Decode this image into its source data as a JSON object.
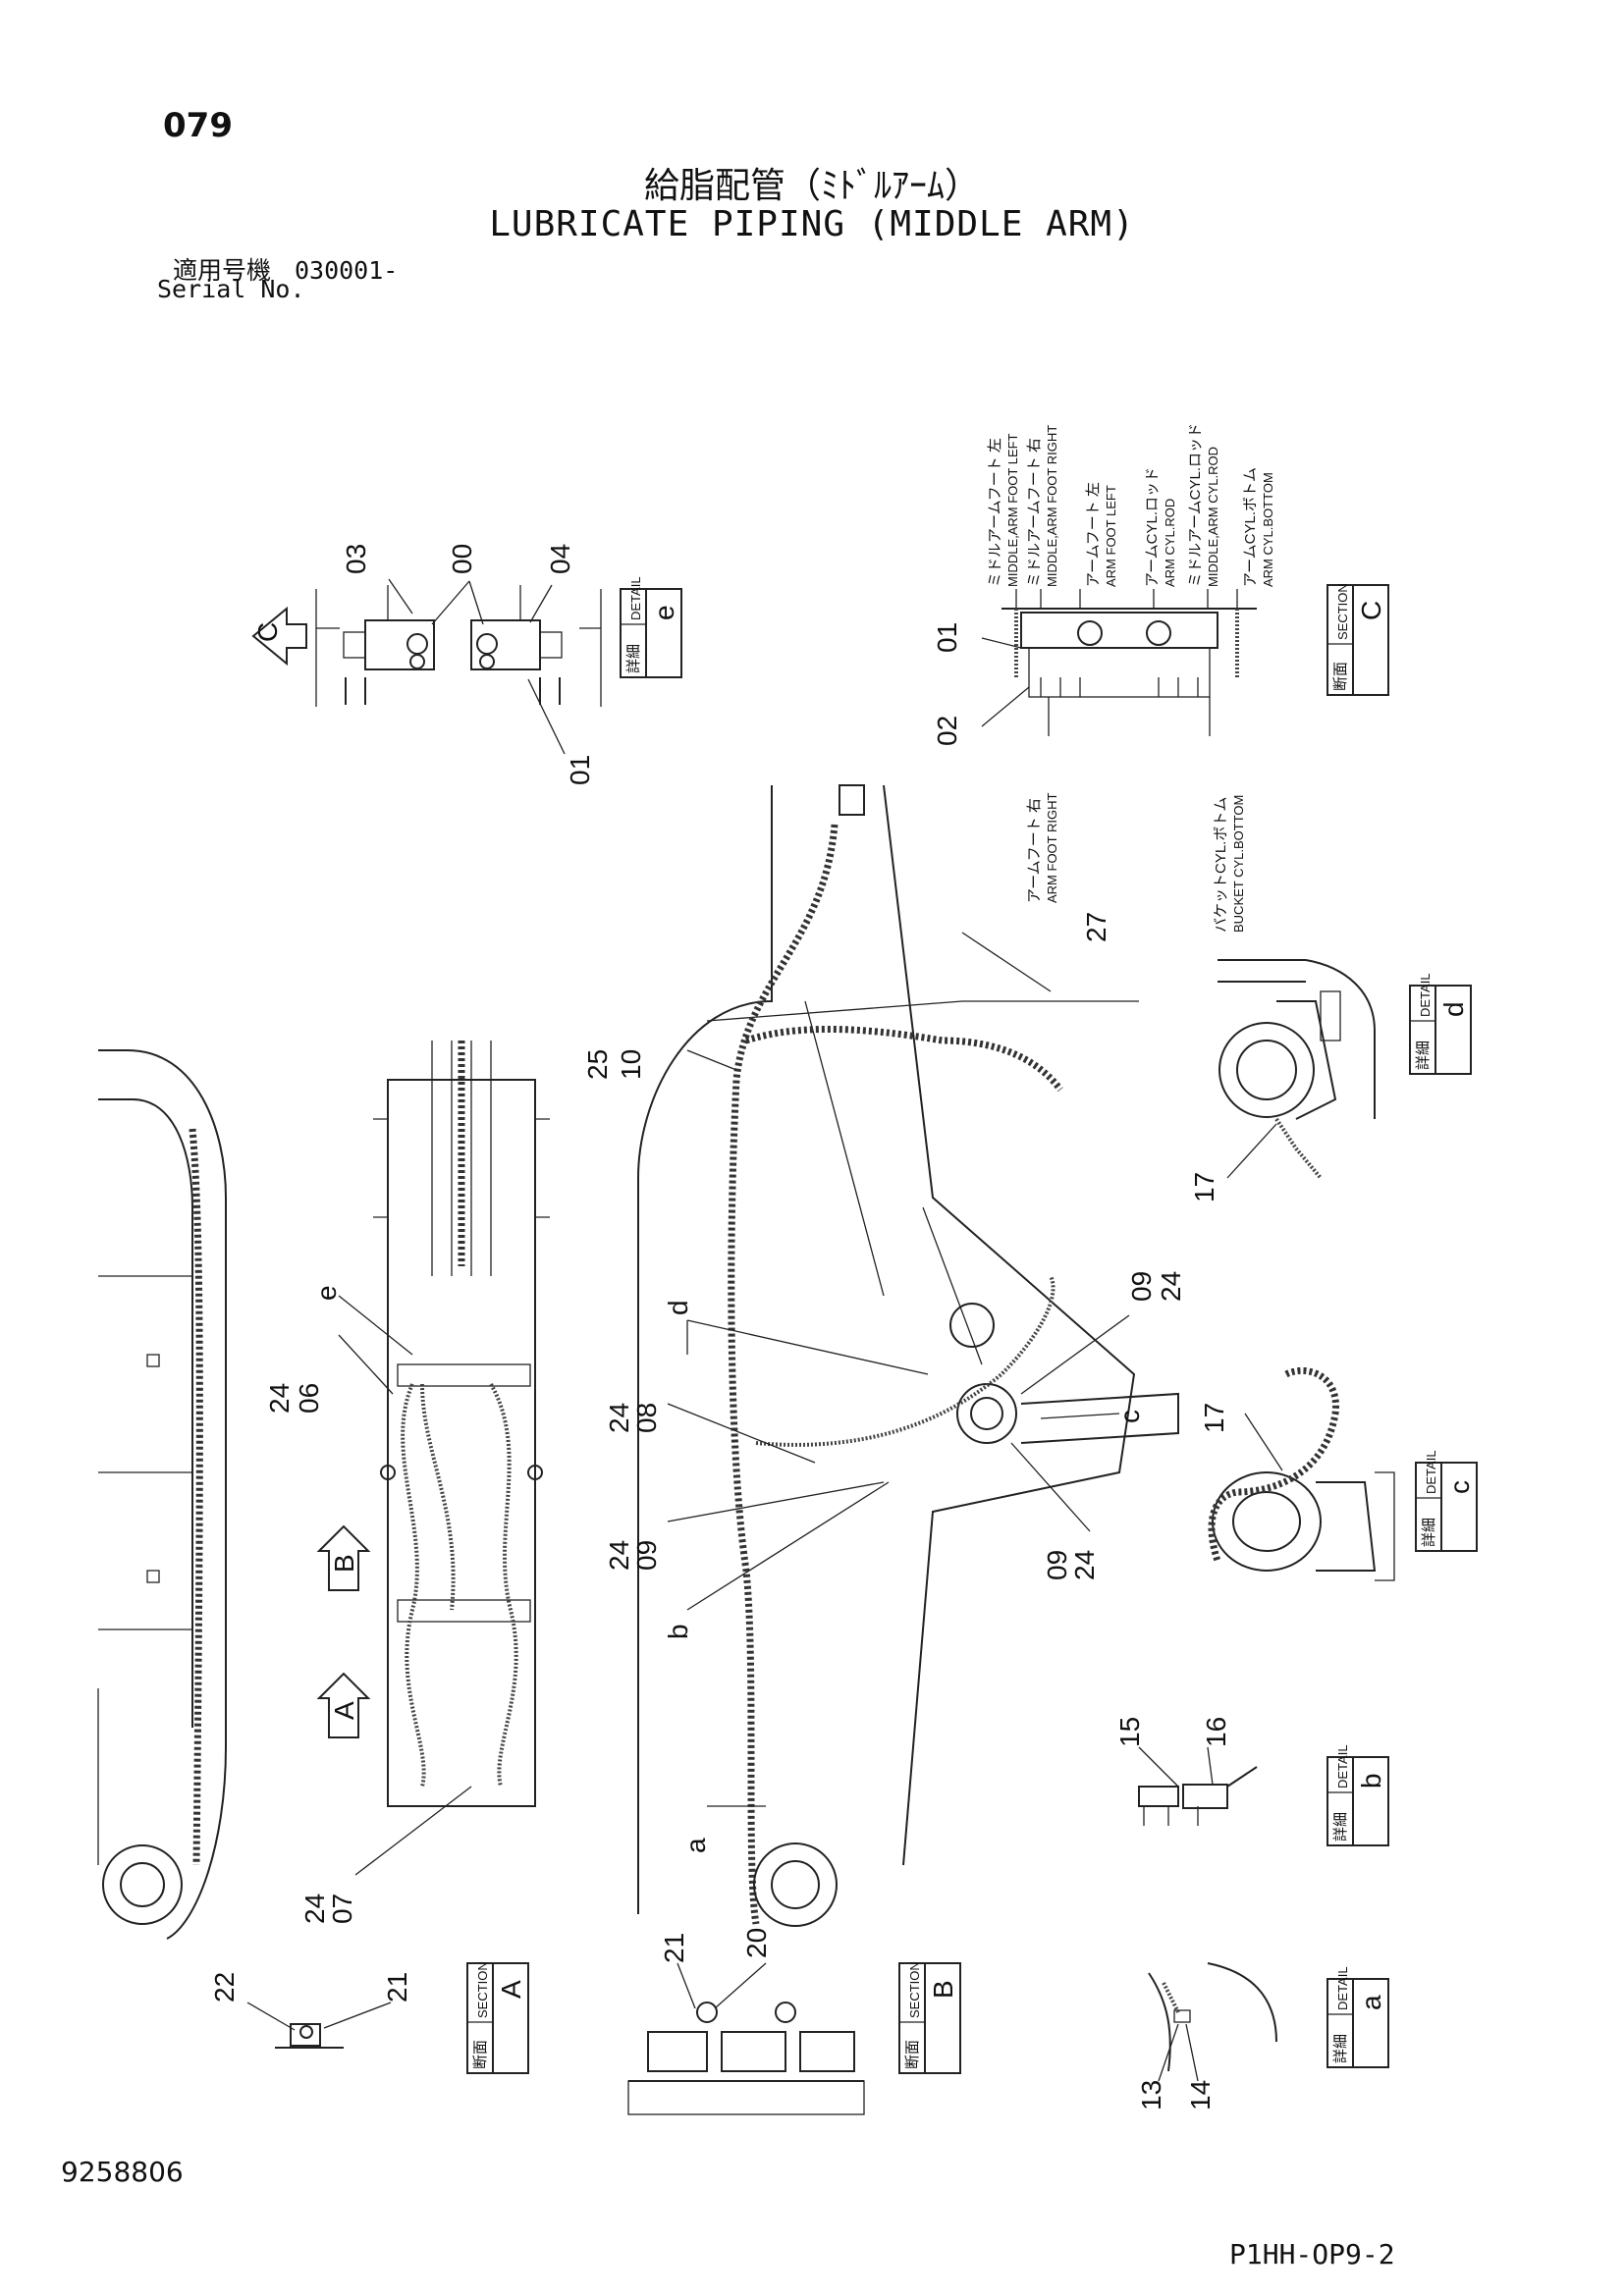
{
  "header": {
    "page_number": "079",
    "title_jp": "給脂配管（ﾐﾄﾞﾙｱｰﾑ）",
    "title_en": "LUBRICATE PIPING (MIDDLE ARM)",
    "serial_label_jp": "適用号機",
    "serial_value": "030001-",
    "serial_label_en": "Serial No."
  },
  "footer": {
    "doc_id": "9258806",
    "sheet_code": "P1HH-OP9-2"
  },
  "callouts": {
    "c03": "03",
    "c00": "00",
    "c04": "04",
    "c01e": "01",
    "c01c": "01",
    "c02c": "02",
    "c27": "27",
    "c25": "25",
    "c10": "10",
    "c17d": "17",
    "ce": "e",
    "cd": "d",
    "cc": "c",
    "cb": "b",
    "ca": "a",
    "c24_06_a": "24",
    "c24_06_b": "06",
    "c24_08_a": "24",
    "c24_08_b": "08",
    "c24_09_a": "24",
    "c24_09_b": "09",
    "c24_07_a": "24",
    "c24_07_b": "07",
    "c09_24r_a": "09",
    "c09_24r_b": "24",
    "c09_24l_a": "09",
    "c09_24l_b": "24",
    "c17c": "17",
    "c15": "15",
    "c16": "16",
    "c21a": "21",
    "c22": "22",
    "c21b": "21",
    "c20": "20",
    "c13": "13",
    "c14": "14",
    "arrow_a": "A",
    "arrow_b": "B",
    "arrow_c": "C"
  },
  "detail_labels": {
    "jp_detail": "詳細",
    "en_detail": "DETAIL",
    "jp_section": "断面",
    "en_section": "SECTION",
    "e": "e",
    "c_upper": "C",
    "d": "d",
    "c_lower": "c",
    "b": "b",
    "a": "a",
    "A": "A",
    "B": "B"
  },
  "section_c_labels": {
    "l1_jp": "ミドルアームフート 左",
    "l1_en": "MIDDLE,ARM FOOT LEFT",
    "l2_jp": "ミドルアームフート 右",
    "l2_en": "MIDDLE,ARM FOOT RIGHT",
    "l3_jp": "アームフート 左",
    "l3_en": "ARM FOOT LEFT",
    "l4_jp": "アームCYL.ロッド",
    "l4_en": "ARM CYL.ROD",
    "l5_jp": "ミドルアームCYL.ロッド",
    "l5_en": "MIDDLE,ARM CYL.ROD",
    "l6_jp": "アームCYL.ボトム",
    "l6_en": "ARM CYL.BOTTOM",
    "b1_jp": "アームフート 右",
    "b1_en": "ARM FOOT RIGHT",
    "b2_jp": "バケットCYL.ボトム",
    "b2_en": "BUCKET CYL.BOTTOM"
  }
}
